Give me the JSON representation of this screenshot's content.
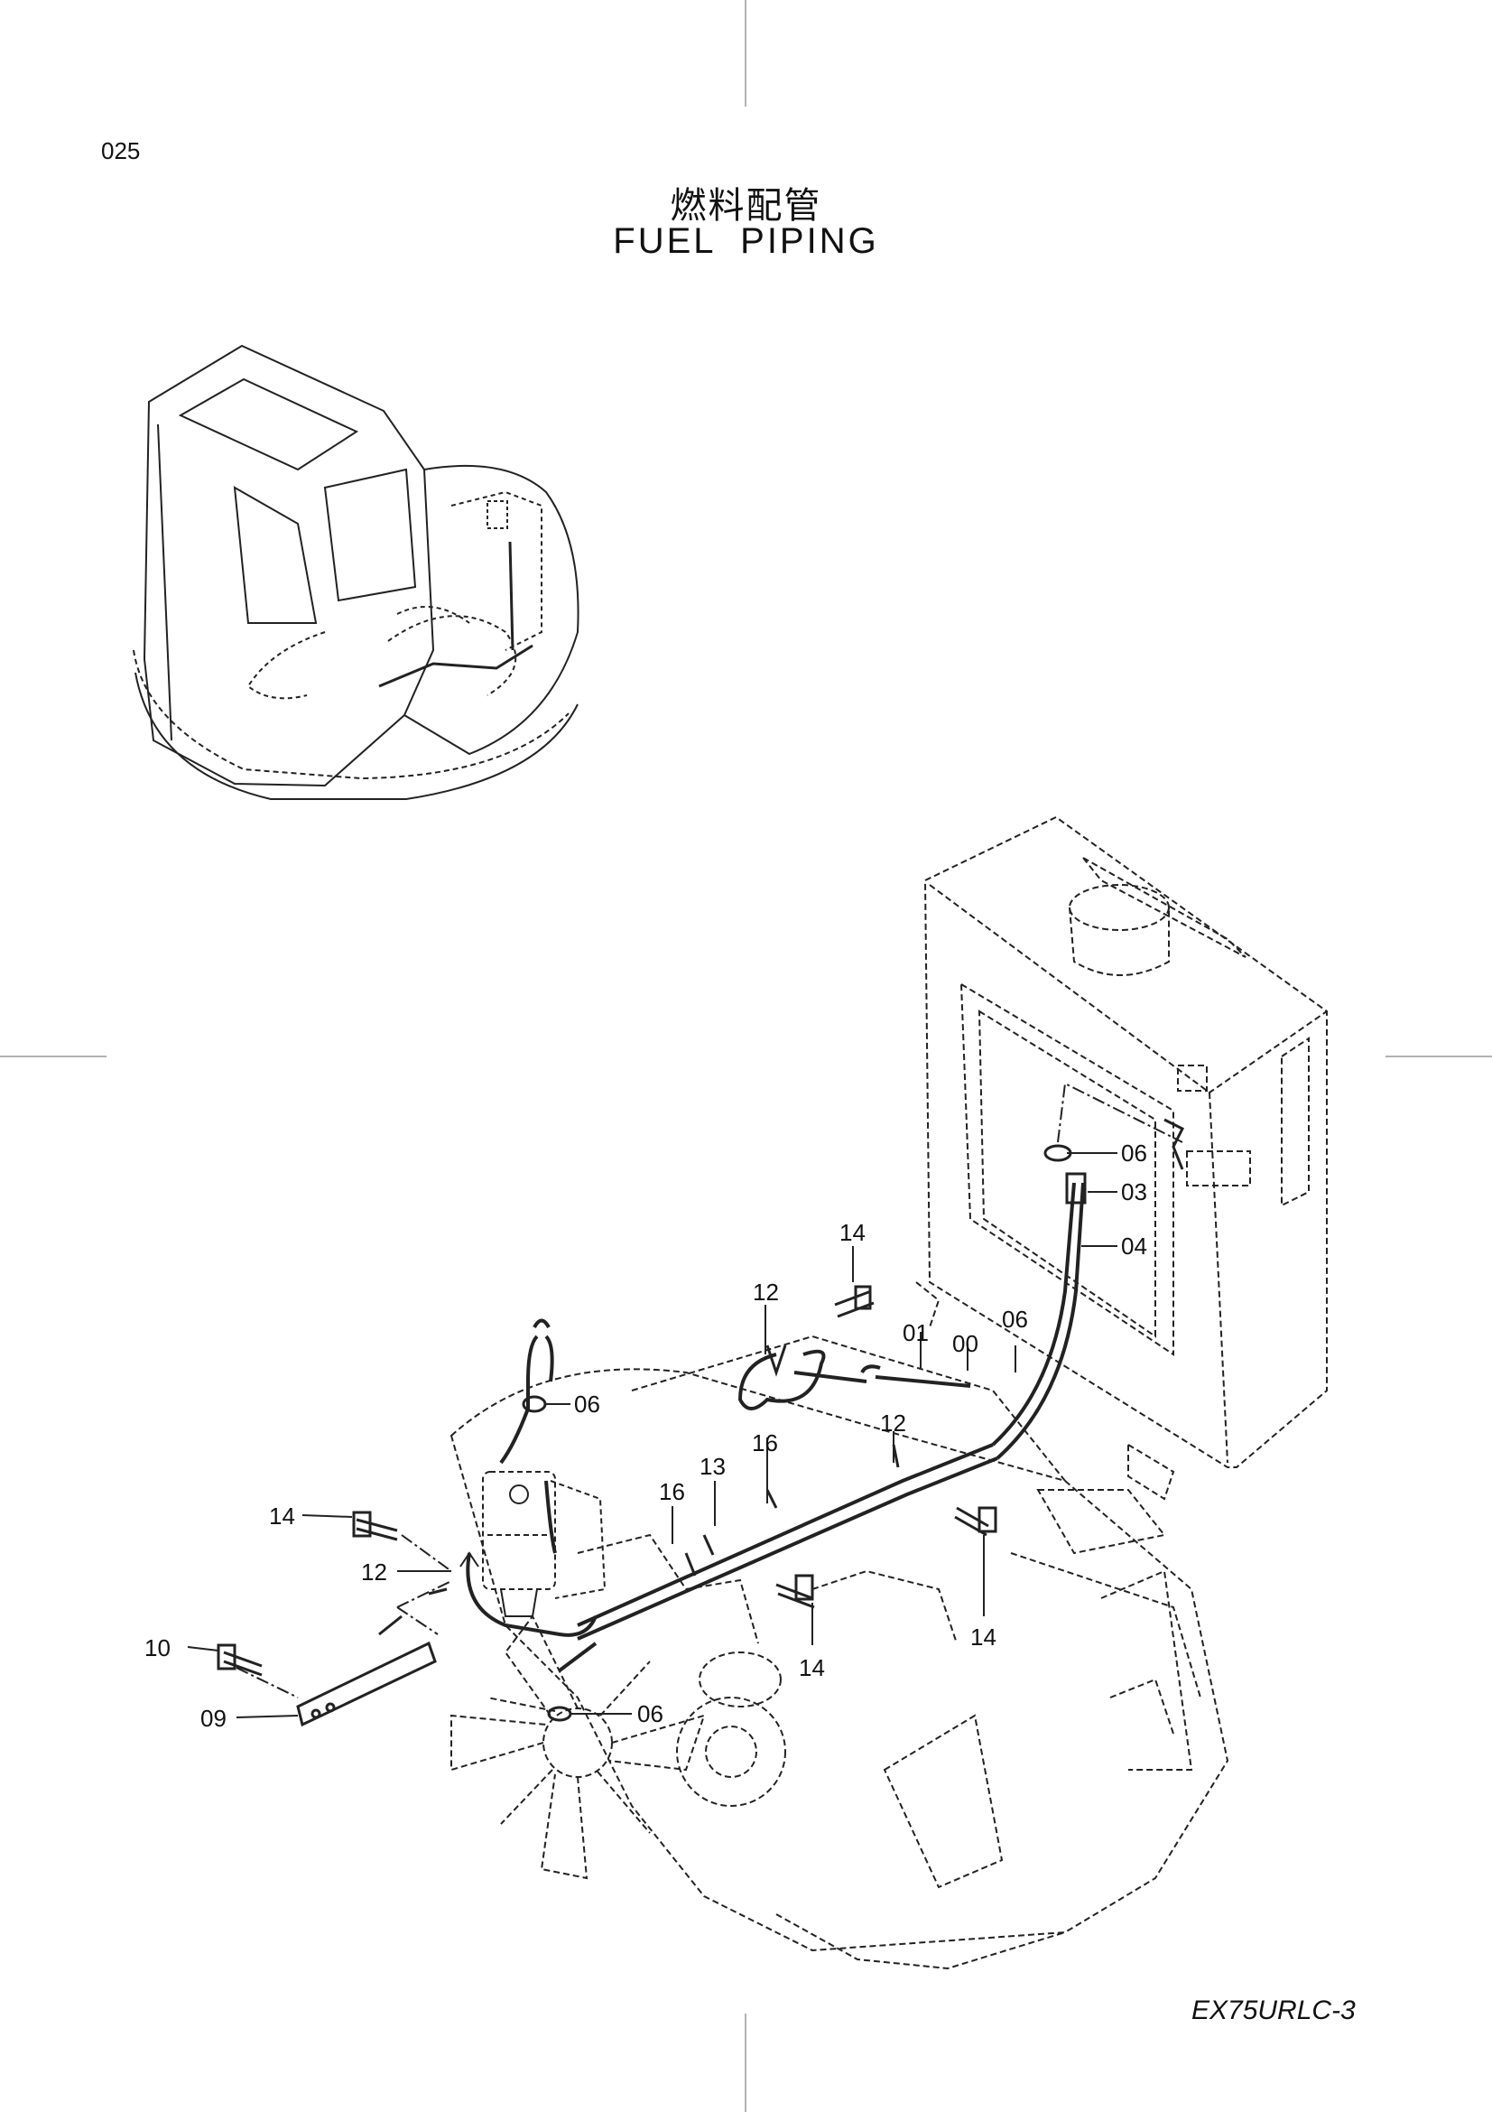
{
  "header": {
    "page_number": "025",
    "title_jp": "燃料配管",
    "title_en": "FUEL  PIPING"
  },
  "footer": {
    "model_code": "EX75URLC-3"
  },
  "callouts": [
    {
      "id": "c06a",
      "label": "06"
    },
    {
      "id": "c03",
      "label": "03"
    },
    {
      "id": "c04",
      "label": "04"
    },
    {
      "id": "c14a",
      "label": "14"
    },
    {
      "id": "c12a",
      "label": "12"
    },
    {
      "id": "c06b",
      "label": "06"
    },
    {
      "id": "c01",
      "label": "01"
    },
    {
      "id": "c00",
      "label": "00"
    },
    {
      "id": "c06c",
      "label": "06"
    },
    {
      "id": "c12b",
      "label": "12"
    },
    {
      "id": "c13",
      "label": "13"
    },
    {
      "id": "c16a",
      "label": "16"
    },
    {
      "id": "c16b",
      "label": "16"
    },
    {
      "id": "c14b",
      "label": "14"
    },
    {
      "id": "c12c",
      "label": "12"
    },
    {
      "id": "c14c",
      "label": "14"
    },
    {
      "id": "c14d",
      "label": "14"
    },
    {
      "id": "c10",
      "label": "10"
    },
    {
      "id": "c09",
      "label": "09"
    },
    {
      "id": "c06d",
      "label": "06"
    }
  ]
}
